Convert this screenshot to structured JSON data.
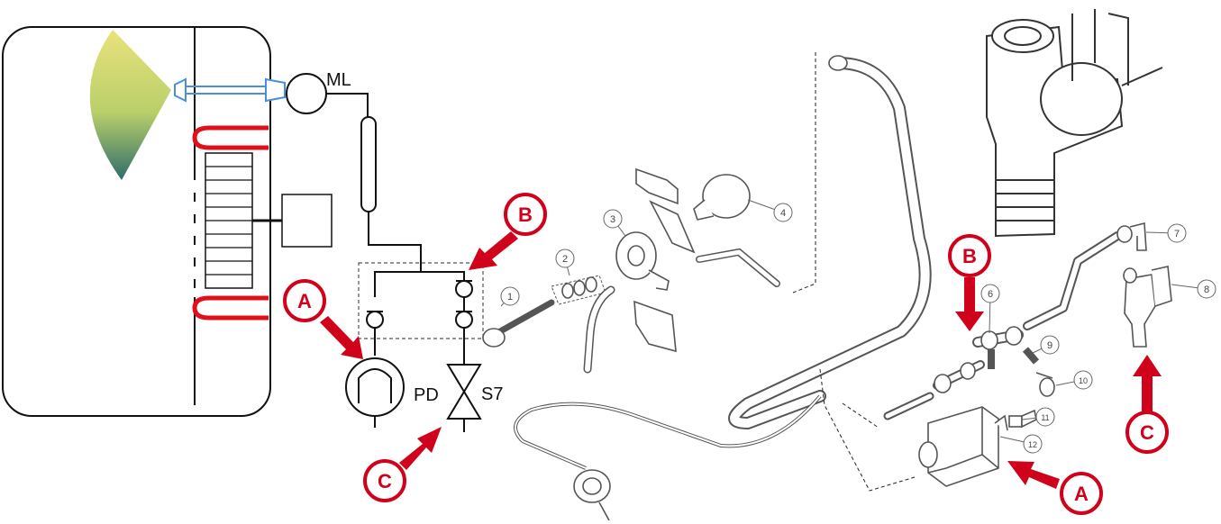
{
  "schematic": {
    "labels": {
      "ml": "ML",
      "pd": "PD",
      "s7": "S7"
    }
  },
  "callouts": [
    {
      "id": "callout-a-left",
      "letter": "A"
    },
    {
      "id": "callout-b-left",
      "letter": "B"
    },
    {
      "id": "callout-c-left",
      "letter": "C"
    },
    {
      "id": "callout-b-right",
      "letter": "B"
    },
    {
      "id": "callout-a-right",
      "letter": "A"
    },
    {
      "id": "callout-c-right",
      "letter": "C"
    }
  ],
  "part_numbers": [
    "1",
    "2",
    "3",
    "4",
    "6",
    "7",
    "8",
    "9",
    "10",
    "11",
    "12"
  ],
  "colors": {
    "callout": "#d0021b",
    "heater": "#e0101a",
    "nozzle": "#4a90d9",
    "line": "#111111",
    "drawing": "#555555"
  }
}
